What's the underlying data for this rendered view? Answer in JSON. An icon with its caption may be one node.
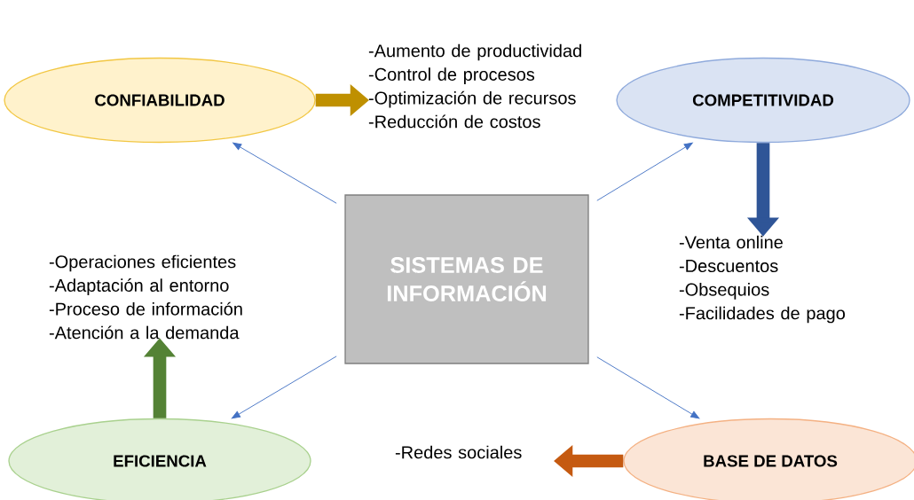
{
  "diagram": {
    "nodes": [
      {
        "text": [
          "SISTEMAS DE INFORMACIÓN"
        ]
      },
      {
        "text": [
          "CONFIABILIDAD"
        ]
      },
      {
        "text": [
          "COMPETITIVIDAD"
        ]
      },
      {
        "text": [
          "EFICIENCIA"
        ]
      },
      {
        "text": [
          "BASE DE DATOS"
        ]
      },
      {
        "text": [
          "-Aumento de productividad",
          "-Control de procesos",
          "-Optimización de recursos",
          "-Reducción de costos"
        ]
      },
      {
        "text": [
          "-Venta online",
          "-Descuentos",
          "-Obsequios",
          "-Facilidades de pago"
        ]
      },
      {
        "text": [
          "-Operaciones eficientes",
          "-Adaptación al entorno",
          "-Proceso de información",
          "-Atención a la demanda"
        ]
      },
      {
        "text": [
          "-Redes sociales"
        ]
      }
    ],
    "edges": [
      {
        "from": 0,
        "to": 1,
        "arrow": "to"
      },
      {
        "from": 0,
        "to": 2,
        "arrow": "to"
      },
      {
        "from": 0,
        "to": 3,
        "arrow": "to"
      },
      {
        "from": 0,
        "to": 4,
        "arrow": "to"
      },
      {
        "from": 1,
        "to": 5,
        "arrow": "to",
        "style": "thick",
        "color": "#bf9000"
      },
      {
        "from": 2,
        "to": 6,
        "arrow": "to",
        "style": "thick",
        "color": "#2f5597"
      },
      {
        "from": 3,
        "to": 7,
        "arrow": "to",
        "style": "thick",
        "color": "#548235"
      },
      {
        "from": 4,
        "to": 8,
        "arrow": "to",
        "style": "thick",
        "color": "#c55a11"
      }
    ]
  }
}
